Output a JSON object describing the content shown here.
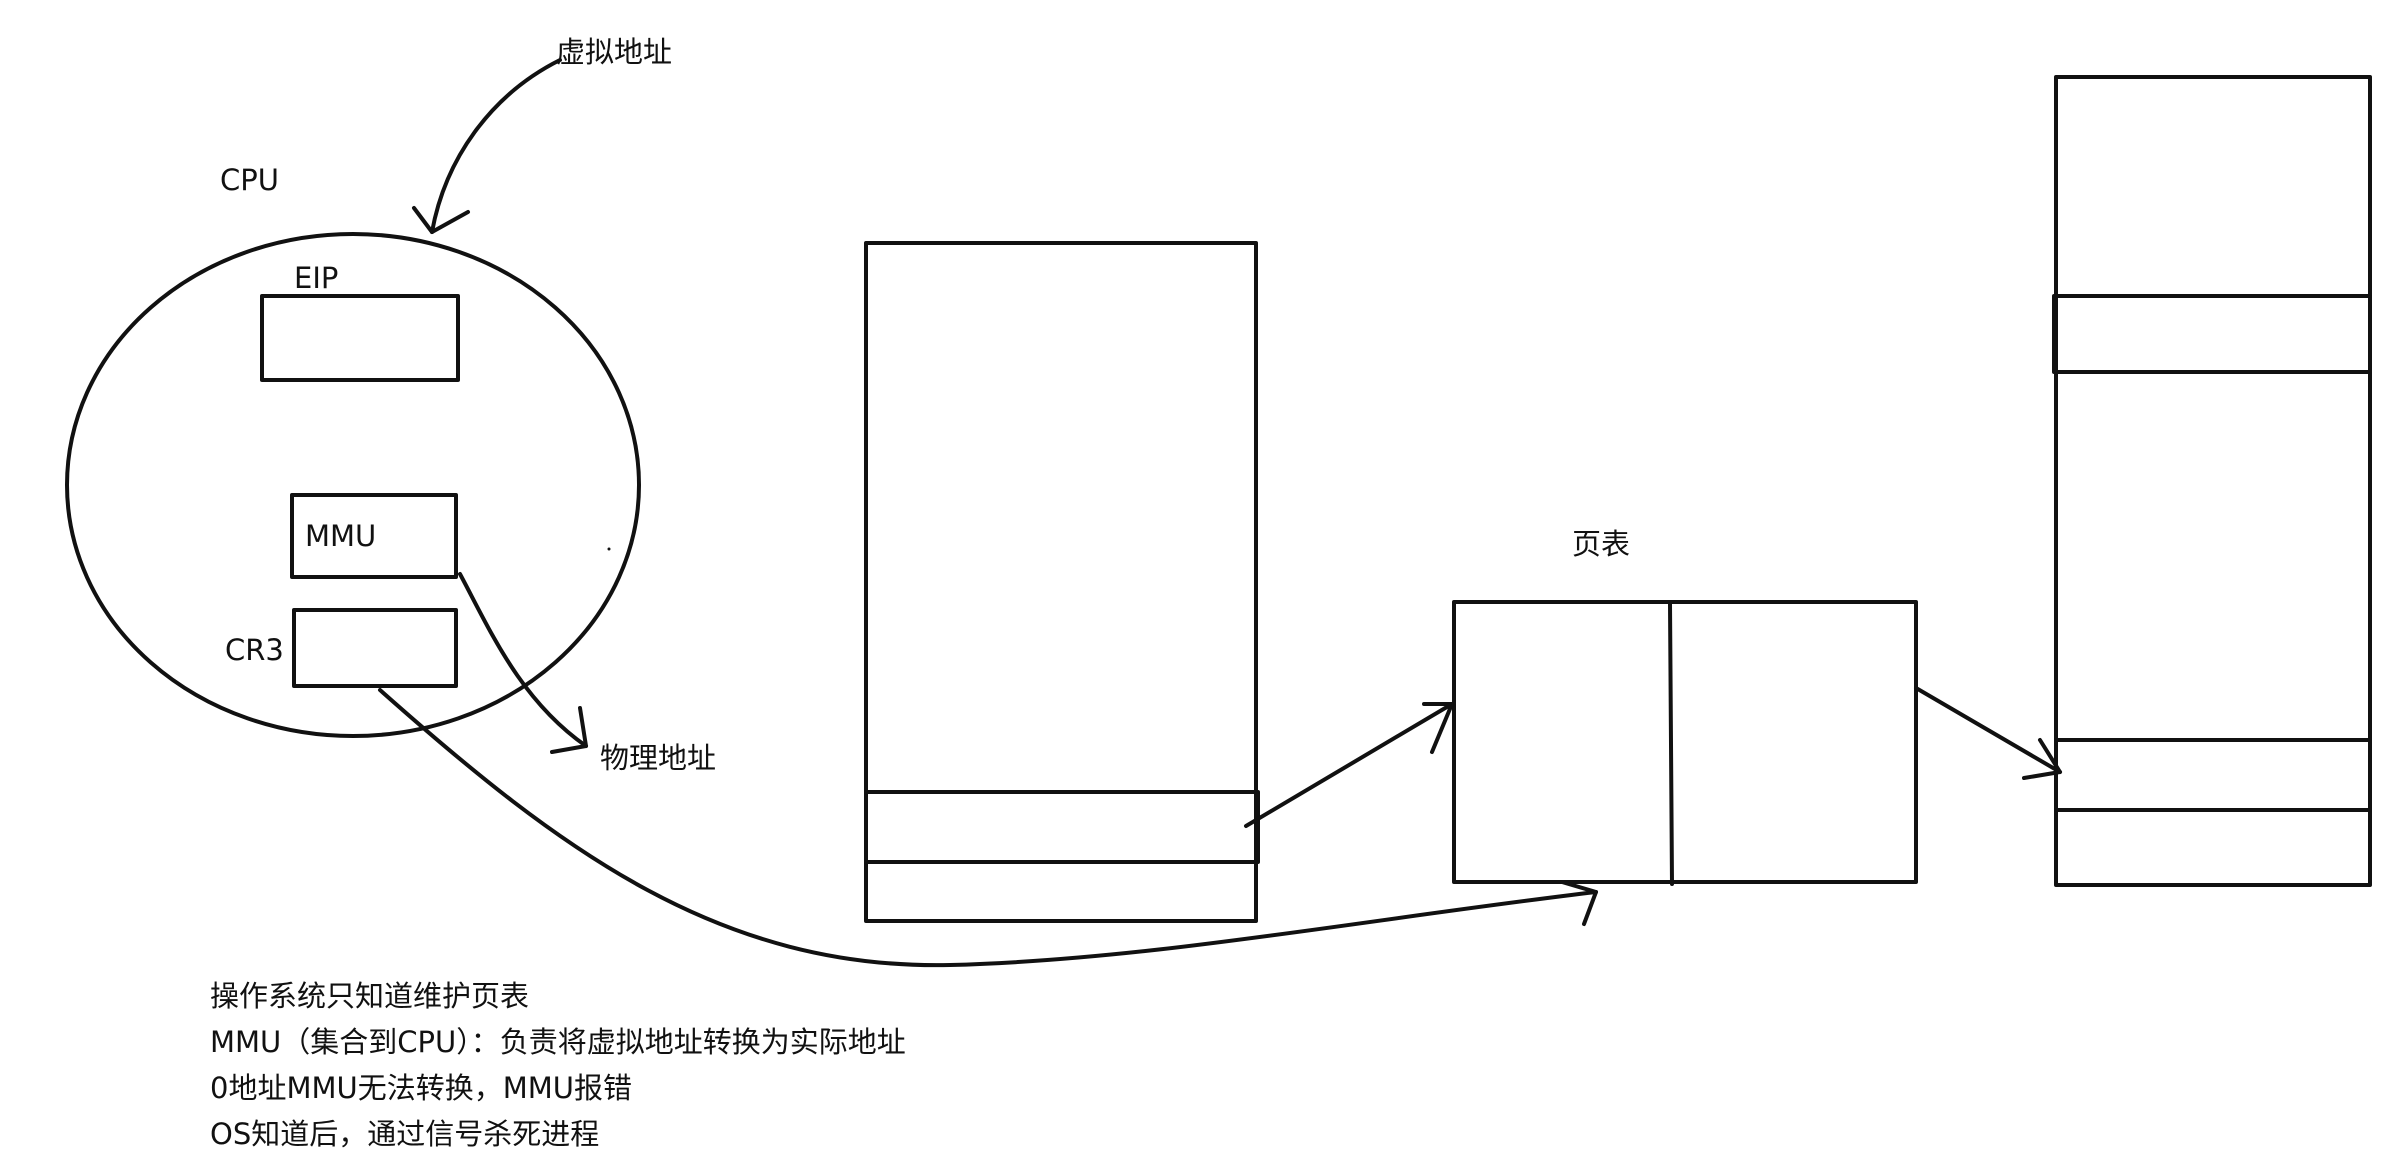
{
  "labels": {
    "virtual_address": "虚拟地址",
    "cpu": "CPU",
    "eip": "EIP",
    "mmu": "MMU",
    "cr3": "CR3",
    "physical_address": "物理地址",
    "page_table": "页表"
  },
  "notes": [
    "操作系统只知道维护页表",
    "MMU（集合到CPU）：负责将虚拟地址转换为实际地址",
    "0地址MMU无法转换，MMU报错",
    "OS知道后，通过信号杀死进程"
  ],
  "colors": {
    "stroke": "#111111",
    "background": "#ffffff"
  }
}
